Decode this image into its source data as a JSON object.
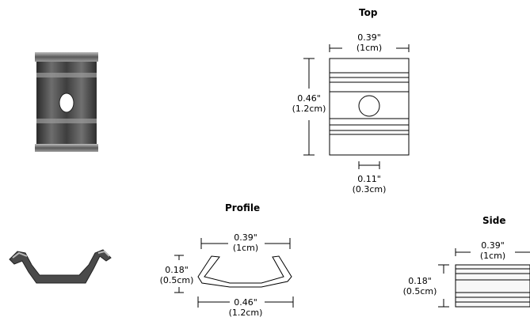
{
  "headings": {
    "top": "Top",
    "profile": "Profile",
    "side": "Side"
  },
  "dimensions": {
    "top_width": "0.39\"",
    "top_width_cm": "(1cm)",
    "top_height": "0.46\"",
    "top_height_cm": "(1.2cm)",
    "top_hole": "0.11\"",
    "top_hole_cm": "(0.3cm)",
    "profile_top_width": "0.39\"",
    "profile_top_width_cm": "(1cm)",
    "profile_height": "0.18\"",
    "profile_height_cm": "(0.5cm)",
    "profile_bottom_width": "0.46\"",
    "profile_bottom_width_cm": "(1.2cm)",
    "side_width": "0.39\"",
    "side_width_cm": "(1cm)",
    "side_height": "0.18\"",
    "side_height_cm": "(0.5cm)"
  }
}
